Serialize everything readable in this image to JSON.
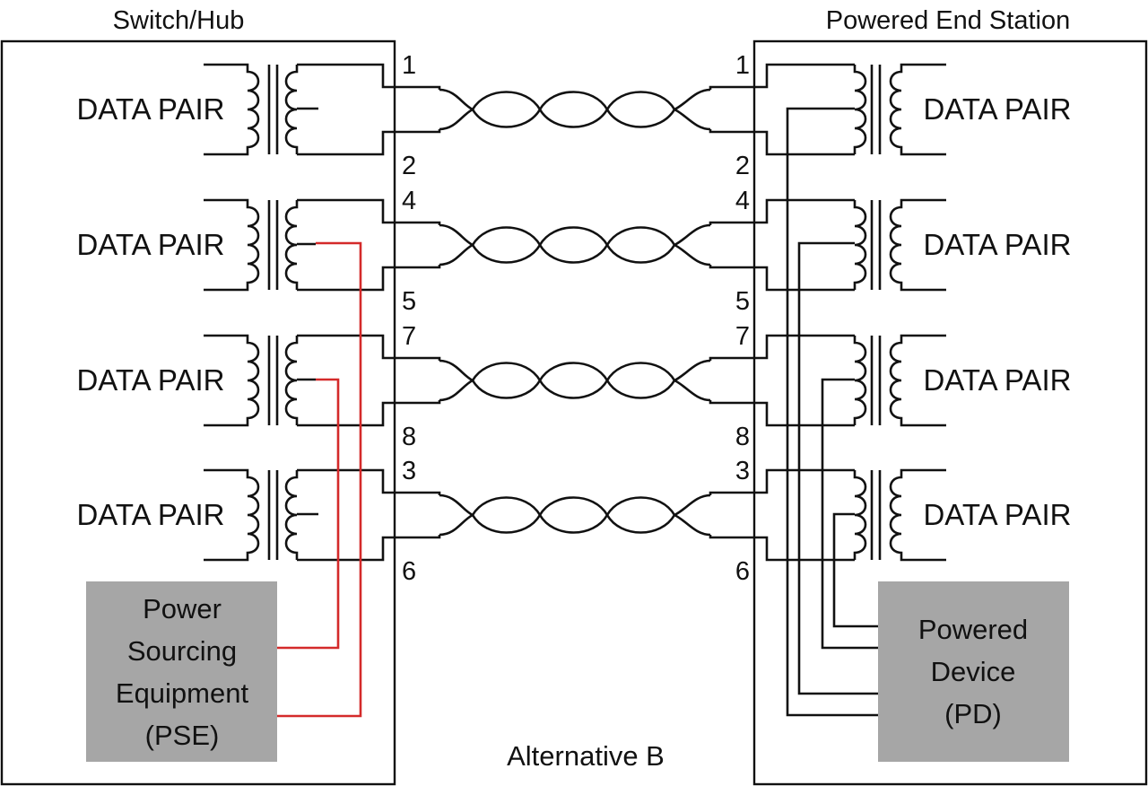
{
  "title": "Power over Ethernet wiring - Alternative B",
  "left_station": {
    "title": "Switch/Hub",
    "pairs": [
      {
        "label": "DATA PAIR",
        "pin_top": "1",
        "pin_bottom": "2",
        "power_tap": false
      },
      {
        "label": "DATA PAIR",
        "pin_top": "4",
        "pin_bottom": "5",
        "power_tap": true
      },
      {
        "label": "DATA PAIR",
        "pin_top": "7",
        "pin_bottom": "8",
        "power_tap": true
      },
      {
        "label": "DATA PAIR",
        "pin_top": "3",
        "pin_bottom": "6",
        "power_tap": false
      }
    ],
    "power_block": {
      "lines": [
        "Power",
        "Sourcing",
        "Equipment",
        "(PSE)"
      ]
    }
  },
  "right_station": {
    "title": "Powered End Station",
    "pairs": [
      {
        "label": "DATA PAIR",
        "pin_top": "1",
        "pin_bottom": "2"
      },
      {
        "label": "DATA PAIR",
        "pin_top": "4",
        "pin_bottom": "5"
      },
      {
        "label": "DATA PAIR",
        "pin_top": "7",
        "pin_bottom": "8"
      },
      {
        "label": "DATA PAIR",
        "pin_top": "3",
        "pin_bottom": "6"
      }
    ],
    "power_block": {
      "lines": [
        "Powered",
        "Device",
        "(PD)"
      ]
    }
  },
  "caption": "Alternative B",
  "colors": {
    "wire": "#111111",
    "power_wire": "#d42a2a",
    "block_fill": "#a6a6a6"
  }
}
